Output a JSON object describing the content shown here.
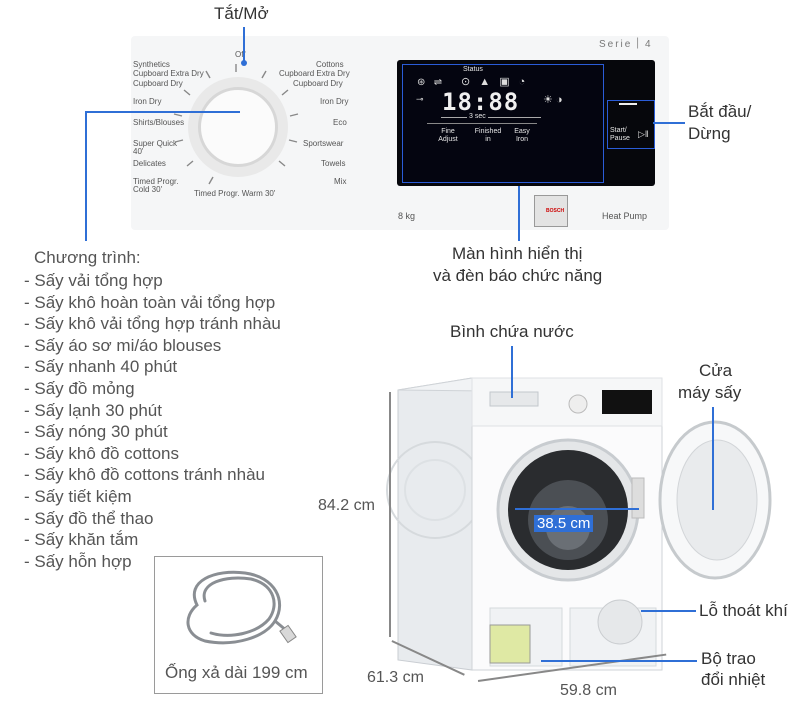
{
  "callouts": {
    "power": "Tắt/Mở",
    "start_line1": "Bắt đầu/",
    "start_line2": "Dừng",
    "display_line1": "Màn hình hiển thị",
    "display_line2": "và đèn báo chức năng",
    "water_tank": "Bình chứa nước",
    "door_line1": "Cửa",
    "door_line2": "máy sấy",
    "drain": "Lỗ thoát khí",
    "heat_line1": "Bộ trao",
    "heat_line2": "đổi nhiệt"
  },
  "panel": {
    "series": "Serie",
    "series_num": "4",
    "capacity": "8 kg",
    "heat_pump": "Heat Pump",
    "off": "Off",
    "left_programs": [
      "Synthetics",
      "Cupboard Extra Dry",
      "Cupboard Dry",
      "Iron Dry",
      "Shirts/Blouses",
      "Super Quick",
      "40'",
      "Delicates",
      "Timed Progr.",
      "Cold 30'"
    ],
    "right_programs": [
      "Cottons",
      "Cupboard Extra Dry",
      "Cupboard Dry",
      "Iron Dry",
      "Eco",
      "Sportswear",
      "Towels",
      "Mix"
    ],
    "bottom_program": "Timed Progr. Warm 30'",
    "display": {
      "status": "Status",
      "digits": "18:88",
      "hold": "3 sec",
      "fine_adjust": "Fine Adjust",
      "finished_in": "Finished in",
      "easy_iron": "Easy Iron"
    },
    "start_pause": "Start/ Pause",
    "brand": "BOSCH"
  },
  "programs": {
    "title": "Chương trình:",
    "items": [
      "- Sấy vải tổng hợp",
      "- Sấy khô hoàn toàn vải tổng hợp",
      "- Sấy khô vải tổng hợp tránh nhàu",
      "- Sấy áo sơ mi/áo blouses",
      "- Sấy nhanh 40 phút",
      "- Sấy đồ mỏng",
      "- Sấy lạnh 30 phút",
      "- Sấy nóng 30 phút",
      "- Sấy khô đồ cottons",
      "- Sấy khô đồ cottons tránh nhàu",
      "- Sấy tiết kiệm",
      "- Sấy đồ thể thao",
      "- Sấy khăn tắm",
      "- Sấy hỗn hợp"
    ]
  },
  "hose": {
    "caption": "Ống xả dài 199 cm"
  },
  "dimensions": {
    "height": "84.2 cm",
    "depth": "61.3 cm",
    "width": "59.8 cm",
    "drum": "38.5 cm"
  },
  "colors": {
    "accent": "#2f6fd6",
    "display_bg": "#06070c"
  }
}
